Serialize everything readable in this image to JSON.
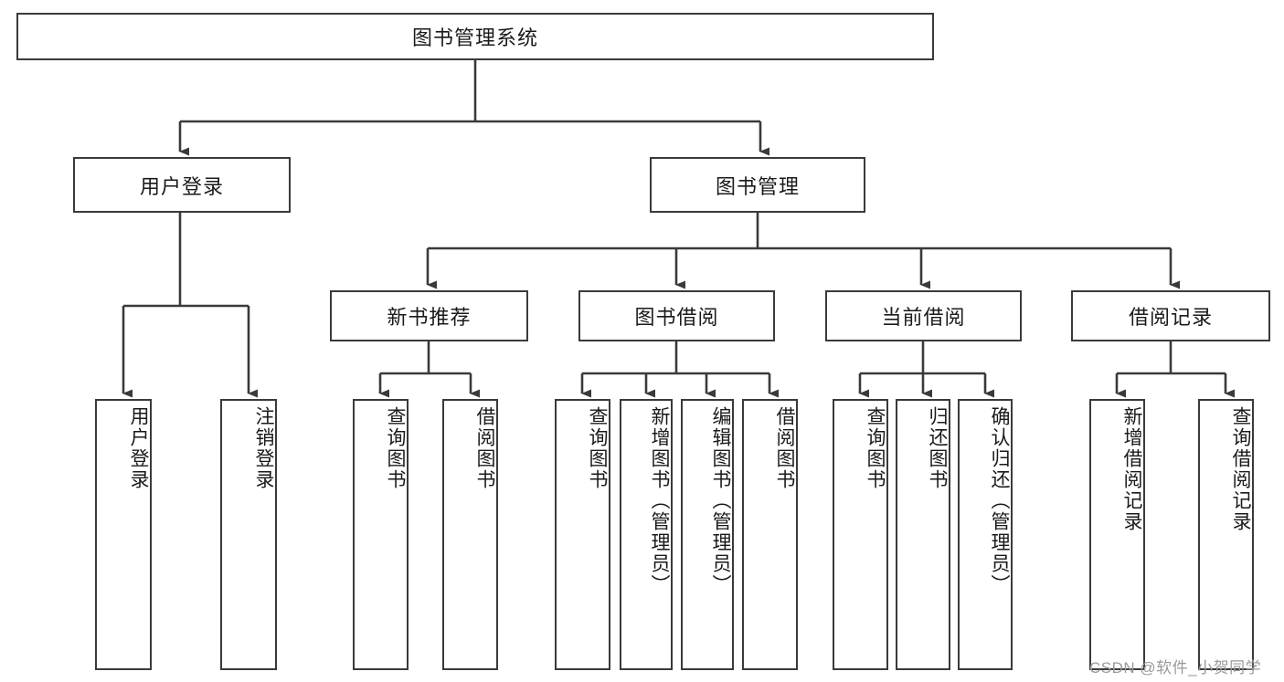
{
  "diagram": {
    "title": "图书管理系统",
    "type": "tree",
    "watermark": "CSDN @软件_小贺同学",
    "line_color": "#3a3a3a",
    "box_fill": "#ffffff",
    "text_color": "#1a1a1a",
    "nodes": {
      "root": {
        "label": "图书管理系统"
      },
      "level2": [
        {
          "id": "user-login",
          "label": "用户登录"
        },
        {
          "id": "book-manage",
          "label": "图书管理"
        }
      ],
      "level3": [
        {
          "id": "new-book-recommend",
          "label": "新书推荐"
        },
        {
          "id": "book-borrow",
          "label": "图书借阅"
        },
        {
          "id": "current-borrow",
          "label": "当前借阅"
        },
        {
          "id": "borrow-record",
          "label": "借阅记录"
        }
      ],
      "leaves": {
        "user-login": [
          {
            "id": "leaf-user-login",
            "label": "用户登录"
          },
          {
            "id": "leaf-logout-login",
            "label": "注销登录"
          }
        ],
        "new-book-recommend": [
          {
            "id": "leaf-query-book-1",
            "label": "查询图书"
          },
          {
            "id": "leaf-borrow-book-1",
            "label": "借阅图书"
          }
        ],
        "book-borrow": [
          {
            "id": "leaf-query-book-2",
            "label": "查询图书"
          },
          {
            "id": "leaf-add-book",
            "label": "新增图书（管理员）"
          },
          {
            "id": "leaf-edit-book",
            "label": "编辑图书（管理员）"
          },
          {
            "id": "leaf-borrow-book-2",
            "label": "借阅图书"
          }
        ],
        "current-borrow": [
          {
            "id": "leaf-query-book-3",
            "label": "查询图书"
          },
          {
            "id": "leaf-return-book",
            "label": "归还图书"
          },
          {
            "id": "leaf-confirm-return",
            "label": "确认归还（管理员）"
          }
        ],
        "borrow-record": [
          {
            "id": "leaf-add-record",
            "label": "新增借阅记录"
          },
          {
            "id": "leaf-query-record",
            "label": "查询借阅记录"
          }
        ]
      }
    }
  }
}
